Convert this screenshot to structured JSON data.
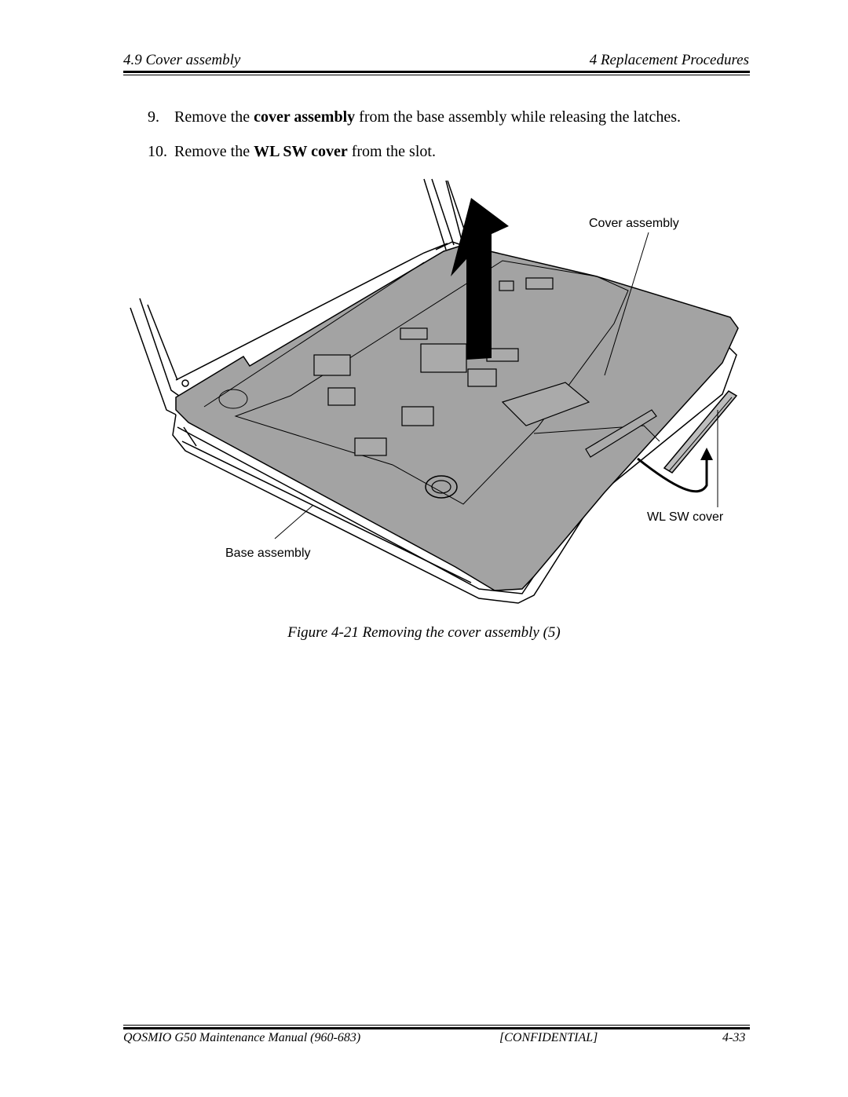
{
  "header": {
    "section": "4.9 Cover assembly",
    "chapter": "4 Replacement Procedures"
  },
  "steps": [
    {
      "number": "9.",
      "text_before": "Remove the ",
      "bold": "cover assembly",
      "text_after": " from the base assembly while releasing the latches."
    },
    {
      "number": "10.",
      "text_before": "Remove the ",
      "bold": "WL SW cover",
      "text_after": " from the slot."
    }
  ],
  "figure": {
    "callouts": {
      "cover_assembly": "Cover assembly",
      "wl_sw_cover": "WL SW cover",
      "base_assembly": "Base assembly"
    },
    "caption": "Figure 4-21 Removing the cover assembly (5)"
  },
  "footer": {
    "manual": "QOSMIO G50 Maintenance Manual (960-683)",
    "confidential": "[CONFIDENTIAL]",
    "page": "4-33"
  }
}
